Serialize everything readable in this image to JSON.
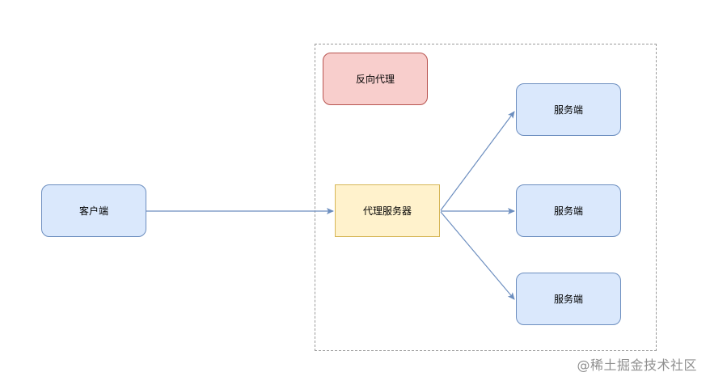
{
  "nodes": {
    "client": "客户端",
    "reverse_proxy": "反向代理",
    "proxy_server": "代理服务器",
    "server_1": "服务端",
    "server_2": "服务端",
    "server_3": "服务端"
  },
  "edges": [
    {
      "from": "客户端",
      "to": "代理服务器"
    },
    {
      "from": "代理服务器",
      "to": "服务端"
    },
    {
      "from": "代理服务器",
      "to": "服务端"
    },
    {
      "from": "代理服务器",
      "to": "服务端"
    }
  ],
  "watermark": "@稀土掘金技术社区",
  "colors": {
    "node_blue_fill": "#dae8fc",
    "node_blue_border": "#6c8ebf",
    "node_red_fill": "#f8cecc",
    "node_red_border": "#b85450",
    "node_yellow_fill": "#fff2cc",
    "node_yellow_border": "#d6b656",
    "arrow": "#6c8ebf",
    "group_border": "#9a9a9a"
  }
}
